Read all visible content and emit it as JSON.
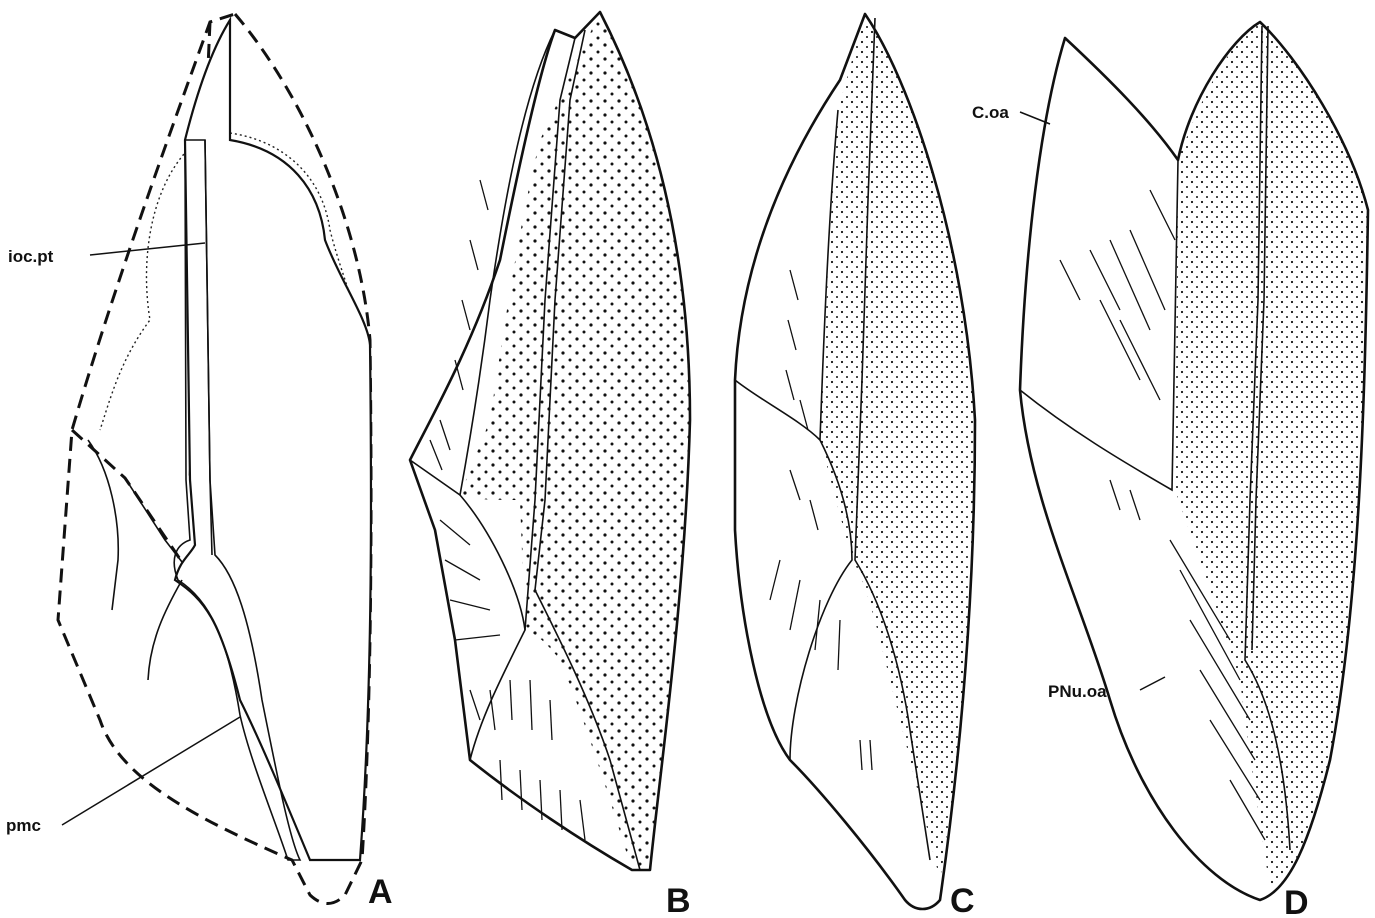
{
  "labels": {
    "ioc_pt": "ioc.pt",
    "pmc": "pmc",
    "c_oa": "C.oa",
    "pnu_oa": "PNu.oa"
  },
  "panels": {
    "a": "A",
    "b": "B",
    "c": "C",
    "d": "D"
  }
}
